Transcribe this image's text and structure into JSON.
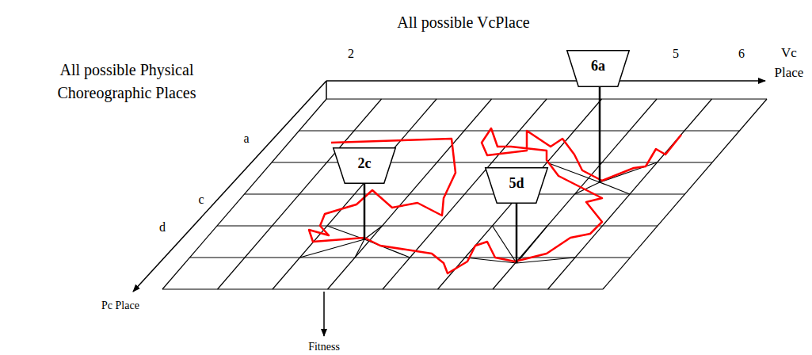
{
  "diagram": {
    "nodes": [
      {
        "text": [
          "6a"
        ]
      },
      {
        "text": [
          "2c"
        ]
      },
      {
        "text": [
          "5d"
        ]
      }
    ],
    "labels": [
      "All possible VcPlace",
      "All possible Physical Choreographic Places",
      "2",
      "5",
      "6",
      "Vc Place",
      "a",
      "c",
      "d",
      "Pc Place",
      "Fitness"
    ]
  }
}
